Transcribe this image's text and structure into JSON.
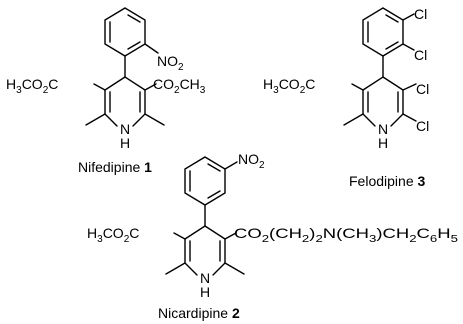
{
  "structures": [
    {
      "name": "Nifedipine",
      "number": "1",
      "substituents": {
        "aryl": [
          "NO",
          "2"
        ],
        "ester_left": [
          "H",
          "3",
          "CO",
          "2",
          "C"
        ],
        "ester_right": [
          "CO",
          "2",
          "CH",
          "3"
        ],
        "ring_n": [
          "N"
        ],
        "ring_h": [
          "H"
        ]
      }
    },
    {
      "name": "Felodipine",
      "number": "3",
      "substituents": {
        "aryl_cl_1": [
          "Cl"
        ],
        "aryl_cl_2": [
          "Cl"
        ],
        "ester_left": [
          "H",
          "3",
          "CO",
          "2",
          "C"
        ],
        "ring_cl_1": [
          "Cl"
        ],
        "ring_cl_2": [
          "Cl"
        ],
        "ring_n": [
          "N"
        ],
        "ring_h": [
          "H"
        ]
      }
    },
    {
      "name": "Nicardipine",
      "number": "2",
      "substituents": {
        "aryl": [
          "NO",
          "2"
        ],
        "ester_left": [
          "H",
          "3",
          "CO",
          "2",
          "C"
        ],
        "ester_right": [
          "CO",
          "2",
          "(CH",
          "2",
          ")",
          "2",
          "N(CH",
          "3",
          ")CH",
          "2",
          "C",
          "6",
          "H",
          "5"
        ],
        "ring_n": [
          "N"
        ],
        "ring_h": [
          "H"
        ]
      }
    }
  ]
}
